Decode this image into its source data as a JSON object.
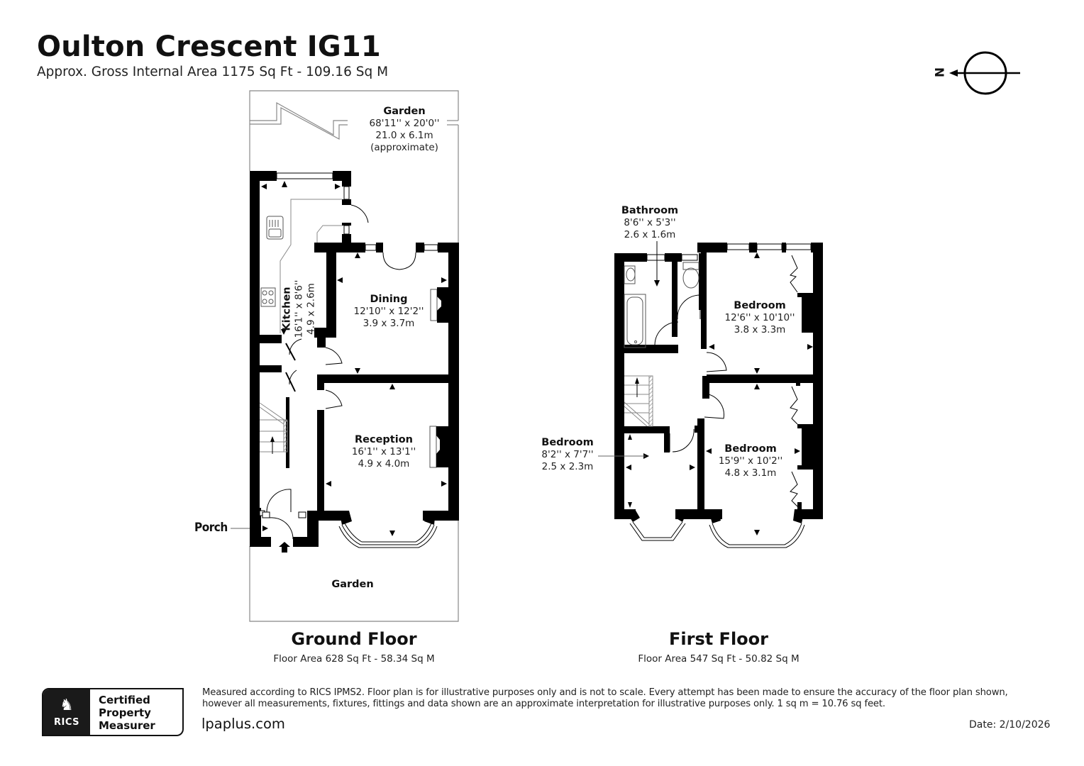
{
  "header": {
    "title": "Oulton Crescent IG11",
    "subtitle": "Approx. Gross Internal Area 1175 Sq Ft - 109.16 Sq M"
  },
  "compass": {
    "label": "N",
    "icon": "north-arrow-icon"
  },
  "ground_floor": {
    "title": "Ground Floor",
    "area": "Floor Area 628 Sq Ft - 58.34 Sq M",
    "rooms": [
      {
        "name": "Garden",
        "imperial": "68'11'' x 20'0''",
        "metric": "21.0 x 6.1m",
        "note": "(approximate)"
      },
      {
        "name": "Kitchen",
        "imperial": "16'1'' x 8'6''",
        "metric": "4.9 x 2.6m"
      },
      {
        "name": "Dining",
        "imperial": "12'10'' x 12'2''",
        "metric": "3.9 x 3.7m"
      },
      {
        "name": "Reception",
        "imperial": "16'1'' x 13'1''",
        "metric": "4.9 x 4.0m"
      },
      {
        "name": "Porch"
      },
      {
        "name": "Garden"
      }
    ]
  },
  "first_floor": {
    "title": "First Floor",
    "area": "Floor Area 547 Sq Ft - 50.82 Sq M",
    "rooms": [
      {
        "name": "Bathroom",
        "imperial": "8'6'' x 5'3''",
        "metric": "2.6 x 1.6m"
      },
      {
        "name": "Bedroom",
        "imperial": "12'6'' x 10'10''",
        "metric": "3.8 x 3.3m"
      },
      {
        "name": "Bedroom",
        "imperial": "8'2'' x 7'7''",
        "metric": "2.5 x 2.3m"
      },
      {
        "name": "Bedroom",
        "imperial": "15'9'' x 10'2''",
        "metric": "4.8 x 3.1m"
      }
    ]
  },
  "footer": {
    "badge": {
      "logo": "RICS",
      "line1": "Certified",
      "line2": "Property",
      "line3": "Measurer"
    },
    "disclaimer_line1": "Measured according to RICS IPMS2. Floor plan is for illustrative purposes only and is not to scale. Every attempt has been made to ensure the accuracy of the floor plan shown,",
    "disclaimer_line2": "however all measurements, fixtures, fittings and data shown are an approximate interpretation for illustrative purposes only. 1 sq m = 10.76 sq feet.",
    "website": "lpaplus.com",
    "date": "Date: 2/10/2026"
  },
  "colors": {
    "wall": "#000000",
    "outline": "#777777",
    "background": "#ffffff"
  }
}
